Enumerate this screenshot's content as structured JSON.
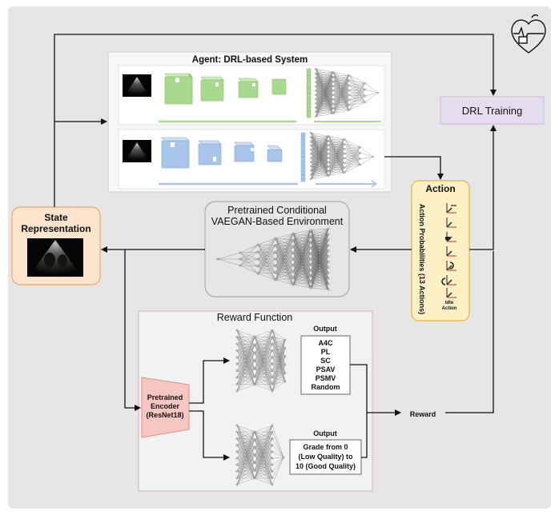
{
  "agent": {
    "title": "Agent: DRL-based System"
  },
  "training": {
    "label": "DRL Training"
  },
  "action": {
    "title": "Action",
    "probabilities_label": "Action Probabilities (13 Actions)",
    "idle_label_line1": "Idle",
    "idle_label_line2": "Action"
  },
  "state": {
    "title_line1": "State",
    "title_line2": "Representation"
  },
  "environment": {
    "title_line1": "Pretrained Conditional",
    "title_line2": "VAEGAN-Based Environment"
  },
  "reward_function": {
    "title": "Reward Function",
    "encoder_line1": "Pretrained",
    "encoder_line2": "Encoder",
    "encoder_line3": "(ResNet18)",
    "output1_title": "Output",
    "output1_classes": [
      "A4C",
      "PL",
      "SC",
      "PSAV",
      "PSMV",
      "Random"
    ],
    "output2_title": "Output",
    "output2_line1": "Grade from 0",
    "output2_line2": "(Low Quality) to",
    "output2_line3": "10 (Good Quality)"
  },
  "reward": {
    "label": "Reward"
  },
  "colors": {
    "background": "#e6e6e6",
    "training_fill": "#e6dcef",
    "action_fill": "#fdf0c4",
    "action_border": "#e3b341",
    "state_fill": "#fde4cc",
    "state_border": "#f0a868",
    "encoder_fill": "#f6c6c0",
    "green_block": "#a8d98e",
    "blue_block": "#a9c6ea"
  }
}
